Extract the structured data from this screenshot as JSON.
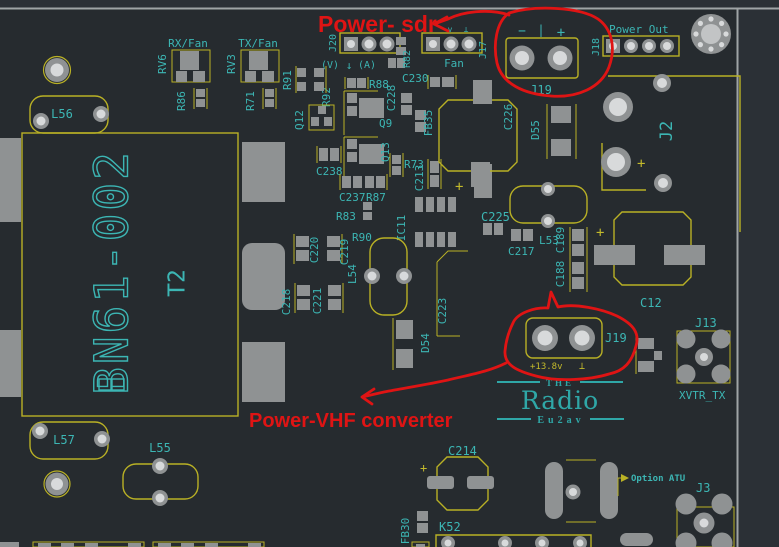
{
  "view": "pcb-layout-canvas",
  "colors": {
    "board": "#262b2f",
    "offboard": "#2b3036",
    "board_edge": "#9fa4a6",
    "pad_gray": "#8f9293",
    "hole_light": "#d8dadb",
    "silkscreen_cyan": "#3cb6b4",
    "fab_yellow": "#b9b125",
    "annotation_red": "#df1414"
  },
  "annotations": {
    "power_sdr": "Power- sdr",
    "power_vhf": "Power-VHF converter"
  },
  "logo": {
    "top": "THE",
    "name": "Radio",
    "sub": "Eu2av"
  },
  "labels": {
    "l56": "L56",
    "t2_value": "BN61-002",
    "t2_ref": "T2",
    "l57": "L57",
    "l55": "L55",
    "rx_fan": "RX/Fan",
    "tx_fan": "TX/Fan",
    "rv6": "RV6",
    "rv3": "RV3",
    "r86": "R86",
    "r71": "R71",
    "j20": "J20",
    "volt": "(V)",
    "amp": "(A)",
    "down_arrow": "↓",
    "r91": "R91",
    "r92": "R92",
    "r88": "R88",
    "r82": "R82",
    "j17": "J17",
    "fan": "Fan",
    "v_mark": "v",
    "gnd_mark": "⊥",
    "c230": "C230",
    "c228": "C228",
    "fb35": "FB35",
    "q12": "Q12",
    "q9": "Q9",
    "q13": "Q13",
    "r73": "R73",
    "c213": "C213",
    "c238": "C238",
    "c237": "C237",
    "r87": "R87",
    "r83": "R83",
    "r90": "R90",
    "ic11": "IC11",
    "c218": "C218",
    "c219": "C219",
    "c220": "C220",
    "c221": "C221",
    "l54": "L54",
    "c223": "C223",
    "d54": "D54",
    "c225": "C225",
    "c217": "C217",
    "l53": "L53",
    "c188": "C188",
    "c189": "C189",
    "c226": "C226",
    "d55": "D55",
    "j19": "J19",
    "minus": "−",
    "bar": "|",
    "plus": "+",
    "power_out": "Power Out",
    "j18": "J18",
    "j2": "J2",
    "c12": "C12",
    "j13": "J13",
    "xvtr_tx": "XVTR_TX",
    "plus_13v8": "+13.8v",
    "gnd": "⊥",
    "c214": "C214",
    "fb30": "FB30",
    "k52": "K52",
    "option_atu": "Option ATU",
    "j3": "J3"
  }
}
